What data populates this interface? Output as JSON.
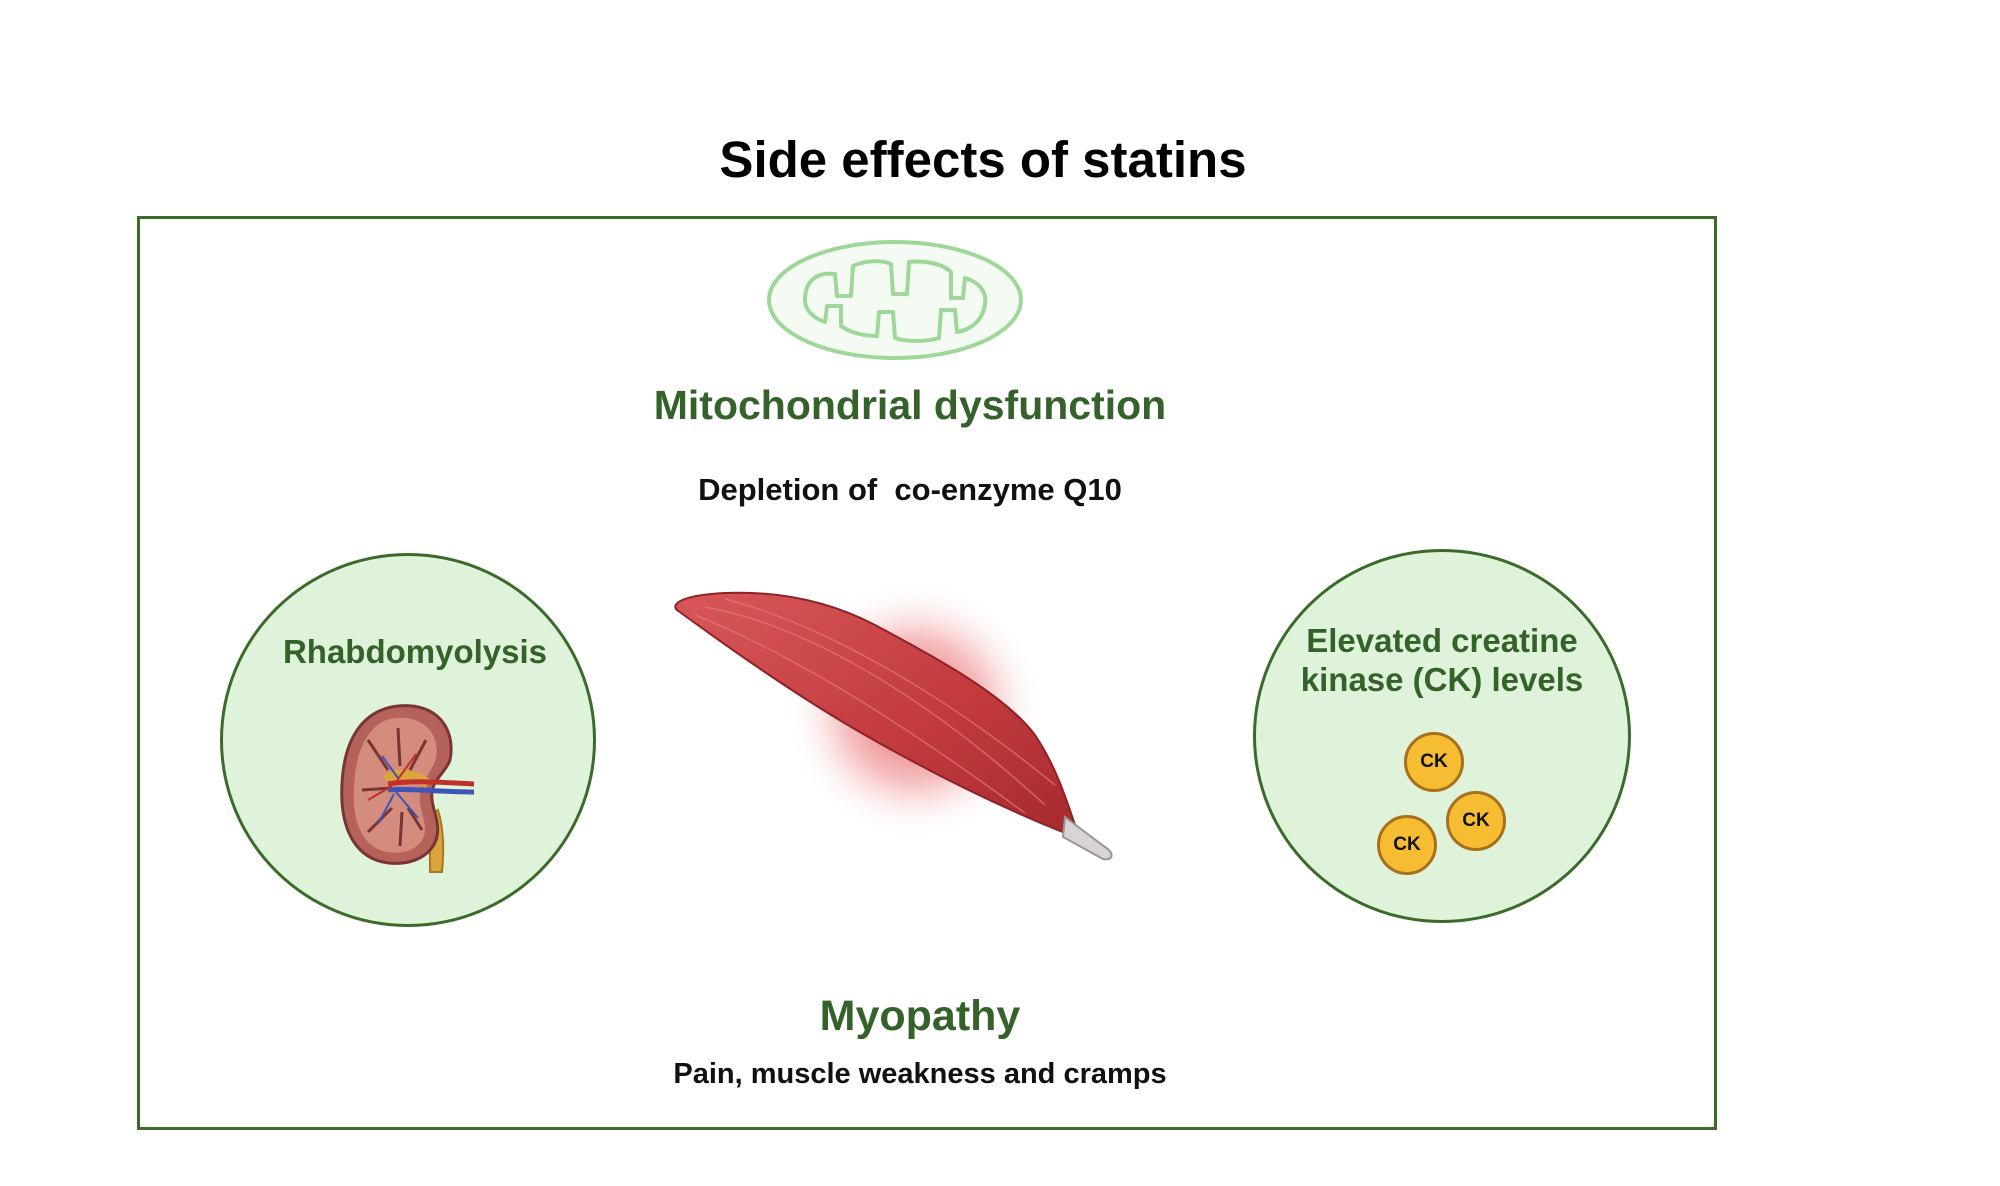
{
  "title": "Side effects of statins",
  "mitochondria": {
    "heading": "Mitochondrial dysfunction",
    "detail": "Depletion of  co-enzyme Q10",
    "icon": "mitochondrion-icon"
  },
  "rhabdomyolysis": {
    "heading": "Rhabdomyolysis",
    "icon": "kidney-icon"
  },
  "creatine_kinase": {
    "heading_line1": "Elevated creatine",
    "heading_line2": "kinase (CK) levels",
    "badges": [
      "CK",
      "CK",
      "CK"
    ]
  },
  "myopathy": {
    "heading": "Myopathy",
    "detail": "Pain, muscle weakness and cramps",
    "icon": "muscle-icon"
  },
  "colors": {
    "accent_green": "#35612a",
    "circle_fill": "#dff2da",
    "ck_fill": "#f7bd32",
    "muscle_red": "#c0393e"
  }
}
